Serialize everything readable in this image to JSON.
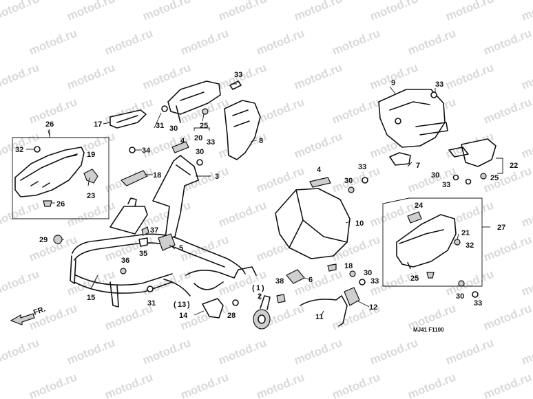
{
  "watermark": "motod.ru",
  "drawing_code": "MJ41 F1100",
  "front_marker": "FR.",
  "labels": {
    "p1": "1",
    "p2": "2",
    "p3": "3",
    "p4a": "4",
    "p4b": "4",
    "p5": "5",
    "p6": "6",
    "p7": "7",
    "p8": "8",
    "p9": "9",
    "p10": "10",
    "p11": "11",
    "p12": "12",
    "p13": "13",
    "p14": "14",
    "p15": "15",
    "p17": "17",
    "p18a": "18",
    "p18b": "18",
    "p19": "19",
    "p20": "20",
    "p21": "21",
    "p22": "22",
    "p23": "23",
    "p24": "24",
    "p25a": "25",
    "p25b": "25",
    "p25c": "25",
    "p26a": "26",
    "p26b": "26",
    "p27": "27",
    "p28": "28",
    "p29": "29",
    "p30a": "30",
    "p30b": "30",
    "p30c": "30",
    "p30d": "30",
    "p30e": "30",
    "p30f": "30",
    "p31a": "31",
    "p31b": "31",
    "p32a": "32",
    "p32b": "32",
    "p33a": "33",
    "p33b": "33",
    "p33c": "33",
    "p33d": "33",
    "p33e": "33",
    "p33f": "33",
    "p33g": "33",
    "p34": "34",
    "p35": "35",
    "p36": "36",
    "p37": "37",
    "p38": "38"
  }
}
